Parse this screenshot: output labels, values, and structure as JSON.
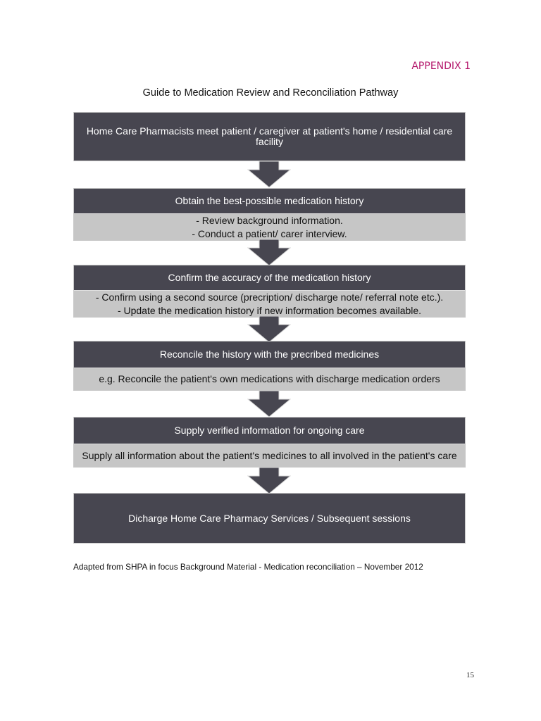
{
  "header": {
    "appendix": "APPENDIX 1",
    "title": "Guide to Medication Review and Reconciliation Pathway"
  },
  "steps": [
    {
      "heading": "Home Care Pharmacists meet patient / caregiver at patient's home / residential care facility"
    },
    {
      "heading": "Obtain the best-possible medication history",
      "details": [
        "- Review background information.",
        "- Conduct a patient/ carer interview."
      ]
    },
    {
      "heading": "Confirm the accuracy of the medication history",
      "details": [
        "- Confirm using a second source (precription/ discharge note/ referral note etc.).",
        "- Update the medication history if new information becomes available."
      ]
    },
    {
      "heading": "Reconcile the history with the precribed medicines",
      "details": [
        "e.g. Reconcile the patient's own medications with discharge medication orders"
      ]
    },
    {
      "heading": "Supply verified information for ongoing care",
      "details": [
        "Supply all information about the patient's medicines to all involved in the patient's care"
      ]
    },
    {
      "heading": "Dicharge Home Care Pharmacy Services / Subsequent sessions"
    }
  ],
  "footer": {
    "source_note": "Adapted from SHPA in focus Background Material - Medication reconciliation – November 2012",
    "page_number": "15"
  },
  "colors": {
    "accent": "#b4186c",
    "dark_box": "#474650",
    "light_box": "#c6c6c6"
  }
}
